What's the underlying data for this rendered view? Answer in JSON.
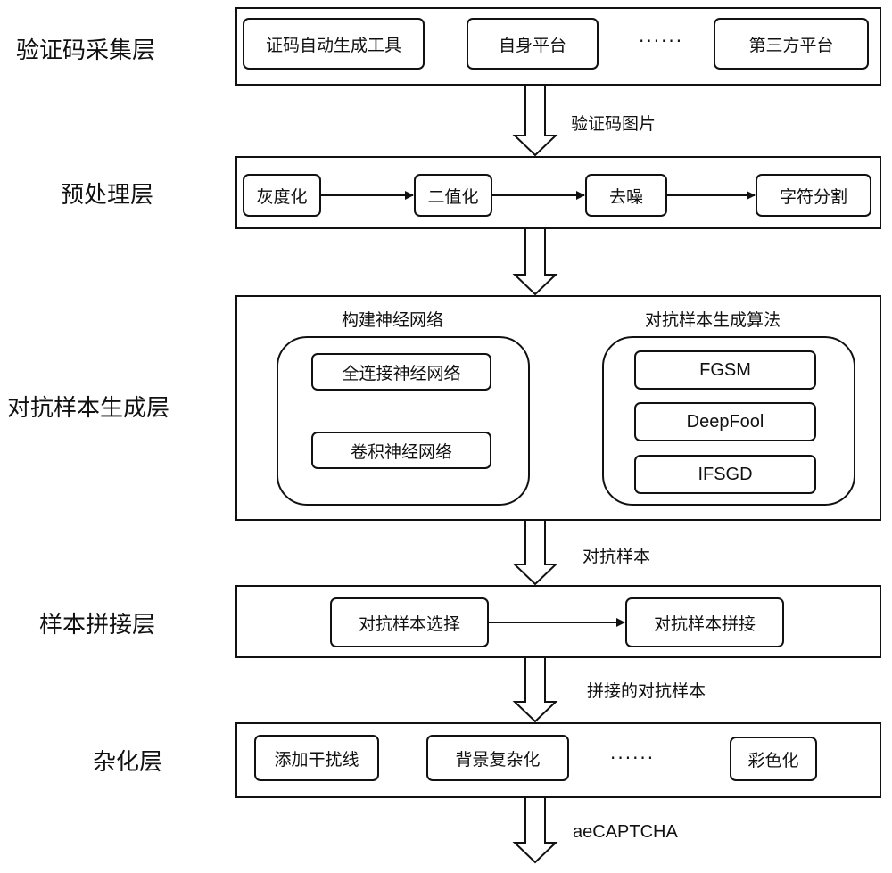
{
  "layers": {
    "collection": {
      "label": "验证码采集层",
      "items": [
        "证码自动生成工具",
        "自身平台",
        "第三方平台"
      ],
      "ellipsis": "······"
    },
    "preprocess": {
      "label": "预处理层",
      "items": [
        "灰度化",
        "二值化",
        "去噪",
        "字符分割"
      ]
    },
    "adversarial": {
      "label": "对抗样本生成层",
      "nn_title": "构建神经网络",
      "nn_items": [
        "全连接神经网络",
        "卷积神经网络"
      ],
      "algo_title": "对抗样本生成算法",
      "algo_items": [
        "FGSM",
        "DeepFool",
        "IFSGD"
      ]
    },
    "splice": {
      "label": "样本拼接层",
      "items": [
        "对抗样本选择",
        "对抗样本拼接"
      ]
    },
    "complicate": {
      "label": "杂化层",
      "items": [
        "添加干扰线",
        "背景复杂化",
        "彩色化"
      ],
      "ellipsis": "······"
    }
  },
  "flow_labels": {
    "captcha_images": "验证码图片",
    "adversarial_samples": "对抗样本",
    "spliced_samples": "拼接的对抗样本",
    "output": "aeCAPTCHA"
  }
}
